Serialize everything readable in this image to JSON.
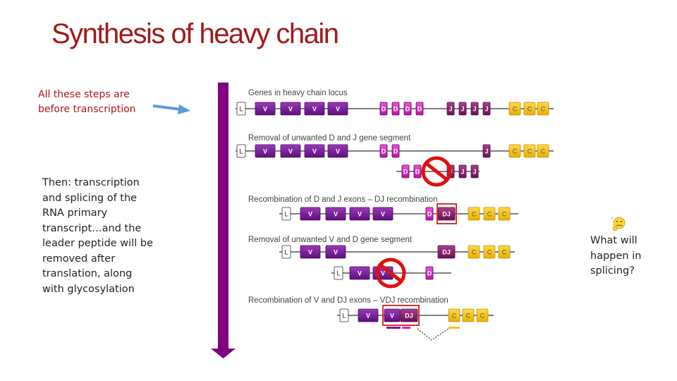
{
  "title": "Synthesis of heavy chain",
  "note_red": "All these steps are before transcription",
  "note_left": "Then: transcription and splicing of the RNA primary transcript…and the leader peptide will be removed after translation, along with glycosylation",
  "note_right": "What will happen in splicing?",
  "diagram": {
    "step_labels": [
      "Genes in heavy chain locus",
      "Removal of unwanted D and J gene segment",
      "Recombination of D and J exons – DJ recombination",
      "Removal of unwanted V and D gene segment",
      "Recombination of V and DJ exons – VDJ recombination"
    ],
    "seg_text": {
      "L": "L",
      "V": "V",
      "D": "D",
      "J": "J",
      "C": "C",
      "DJ": "DJ"
    },
    "colors": {
      "v": "#7a1a9a",
      "d": "#e020c0",
      "j": "#8a1f6a",
      "c": "#f5c518",
      "line": "#555555",
      "arrow": "#800080",
      "pointer": "#5b9bd5",
      "highlight": "#e03030",
      "no_sign": "#e01010"
    },
    "icons": [
      "blue-arrow-icon",
      "purple-down-arrow-icon",
      "no-sign-icon",
      "thinking-face-icon"
    ]
  }
}
